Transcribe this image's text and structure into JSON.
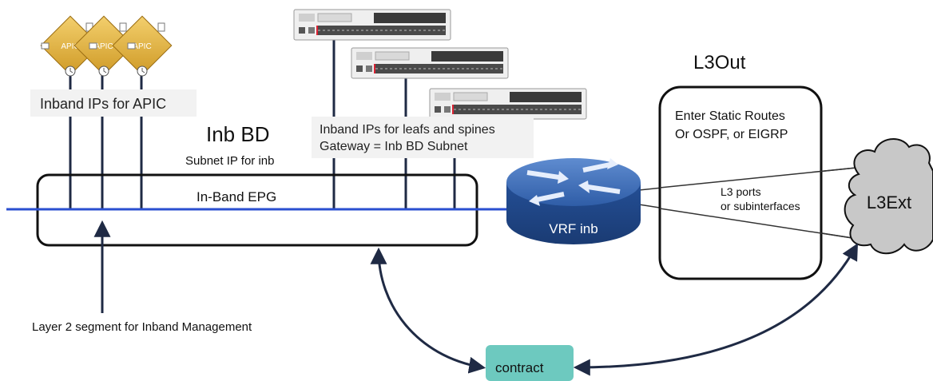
{
  "apic": {
    "node_label": "APIC",
    "count": 3,
    "ips_label": "Inband IPs for APIC"
  },
  "bd": {
    "title": "Inb BD",
    "subnet_label": "Subnet IP for inb",
    "epg_label": "In-Band EPG"
  },
  "switches": {
    "count": 3,
    "ips_line1": "Inband IPs for leafs and spines",
    "ips_line2": "Gateway = Inb BD Subnet"
  },
  "router": {
    "label": "VRF inb",
    "icon": "router-icon"
  },
  "l3out": {
    "title": "L3Out",
    "line1": "Enter Static Routes",
    "line2": "Or OSPF, or EIGRP",
    "ports_line1": "L3 ports",
    "ports_line2": "or subinterfaces"
  },
  "l3ext": {
    "label": "L3Ext",
    "icon": "cloud-icon"
  },
  "layer2": {
    "label": "Layer 2 segment for Inband Management"
  },
  "contract": {
    "label": "contract"
  },
  "colors": {
    "segment_line": "#2a4fd0",
    "apic_gold": "#e7b33d",
    "router_blue": "#2c5ea8",
    "contract_teal": "#6dc9bf",
    "cloud_gray": "#c8c8c8"
  }
}
